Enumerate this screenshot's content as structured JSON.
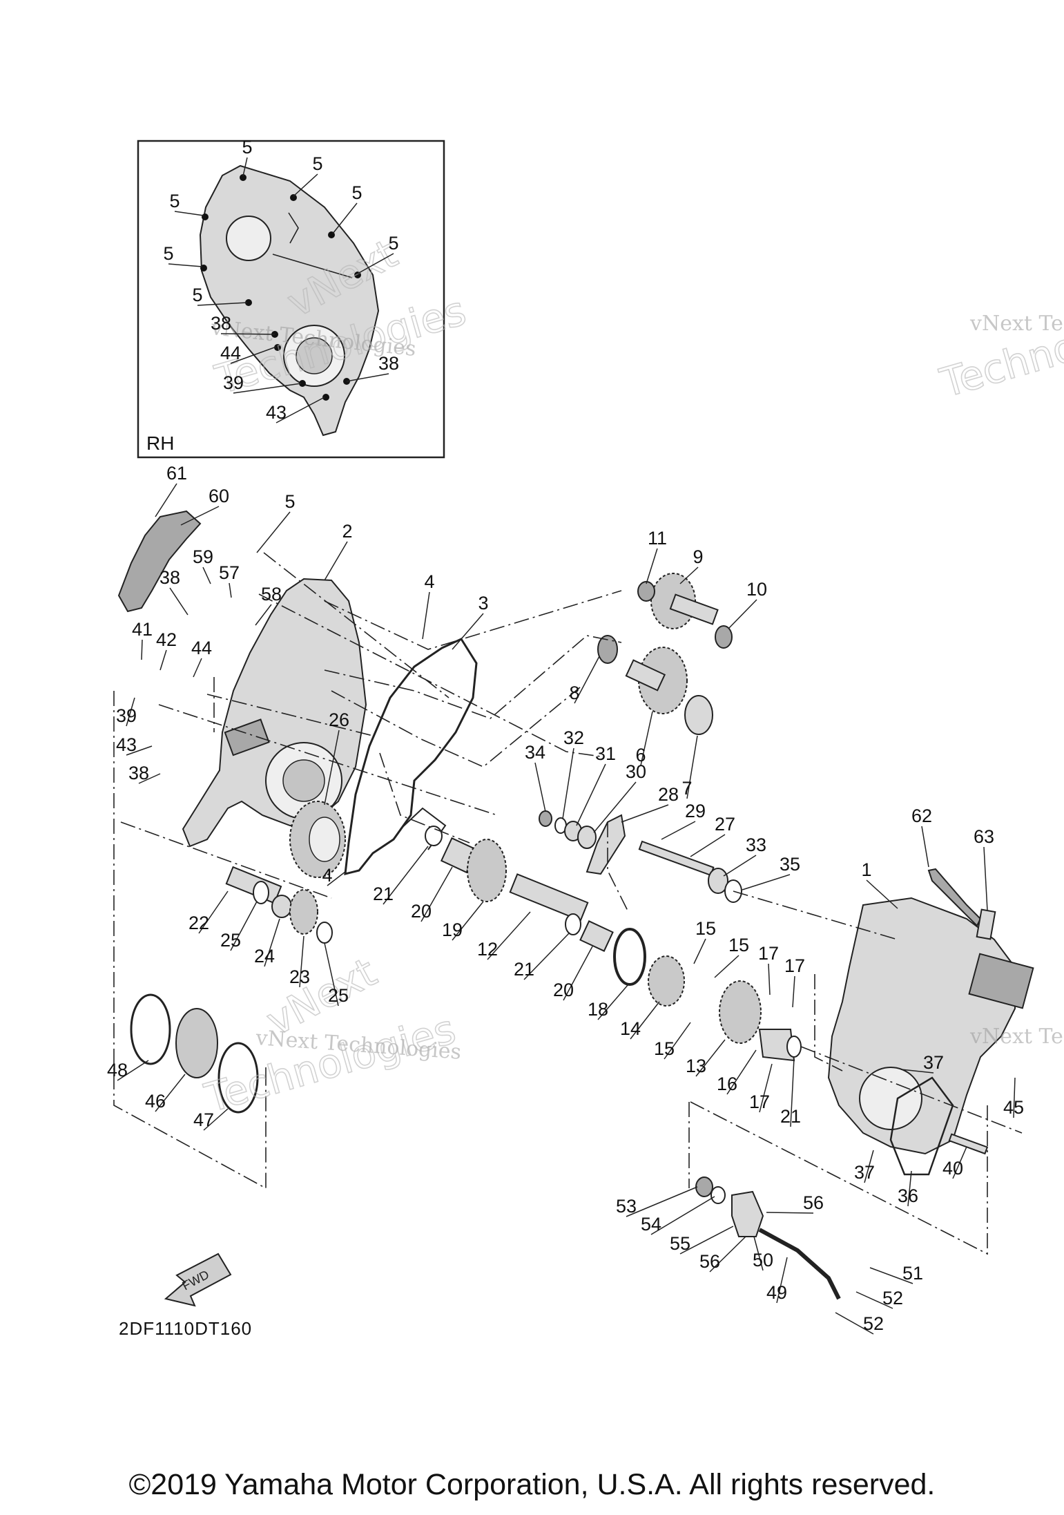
{
  "diagram": {
    "inset_label": "RH",
    "diagram_code": "2DF1110DT160",
    "fwd_label": "FWD",
    "watermark_small": "vNext Technologies",
    "watermark_large_1": "vNext",
    "watermark_large_2": "Technologies",
    "copyright": "©2019 Yamaha Motor Corporation, U.S.A. All rights reserved."
  },
  "callouts": [
    {
      "id": "i5a",
      "text": "5"
    },
    {
      "id": "i5b",
      "text": "5"
    },
    {
      "id": "i5c",
      "text": "5"
    },
    {
      "id": "i5d",
      "text": "5"
    },
    {
      "id": "i5e",
      "text": "5"
    },
    {
      "id": "i5f",
      "text": "5"
    },
    {
      "id": "i5g",
      "text": "5"
    },
    {
      "id": "i38a",
      "text": "38"
    },
    {
      "id": "i44",
      "text": "44"
    },
    {
      "id": "i39",
      "text": "39"
    },
    {
      "id": "i38b",
      "text": "38"
    },
    {
      "id": "i43",
      "text": "43"
    },
    {
      "id": "c61",
      "text": "61"
    },
    {
      "id": "c60",
      "text": "60"
    },
    {
      "id": "c5",
      "text": "5"
    },
    {
      "id": "c2",
      "text": "2"
    },
    {
      "id": "c4a",
      "text": "4"
    },
    {
      "id": "c3",
      "text": "3"
    },
    {
      "id": "c11",
      "text": "11"
    },
    {
      "id": "c9",
      "text": "9"
    },
    {
      "id": "c10",
      "text": "10"
    },
    {
      "id": "c59",
      "text": "59"
    },
    {
      "id": "c57",
      "text": "57"
    },
    {
      "id": "c38a",
      "text": "38"
    },
    {
      "id": "c58",
      "text": "58"
    },
    {
      "id": "c41",
      "text": "41"
    },
    {
      "id": "c42",
      "text": "42"
    },
    {
      "id": "c44",
      "text": "44"
    },
    {
      "id": "c8",
      "text": "8"
    },
    {
      "id": "c6",
      "text": "6"
    },
    {
      "id": "c7",
      "text": "7"
    },
    {
      "id": "c39",
      "text": "39"
    },
    {
      "id": "c43",
      "text": "43"
    },
    {
      "id": "c38b",
      "text": "38"
    },
    {
      "id": "c26",
      "text": "26"
    },
    {
      "id": "c34",
      "text": "34"
    },
    {
      "id": "c32",
      "text": "32"
    },
    {
      "id": "c31",
      "text": "31"
    },
    {
      "id": "c30",
      "text": "30"
    },
    {
      "id": "c28",
      "text": "28"
    },
    {
      "id": "c29",
      "text": "29"
    },
    {
      "id": "c27",
      "text": "27"
    },
    {
      "id": "c62",
      "text": "62"
    },
    {
      "id": "c63",
      "text": "63"
    },
    {
      "id": "c33",
      "text": "33"
    },
    {
      "id": "c35",
      "text": "35"
    },
    {
      "id": "c1",
      "text": "1"
    },
    {
      "id": "c4b",
      "text": "4"
    },
    {
      "id": "c21a",
      "text": "21"
    },
    {
      "id": "c20a",
      "text": "20"
    },
    {
      "id": "c19",
      "text": "19"
    },
    {
      "id": "c22",
      "text": "22"
    },
    {
      "id": "c25a",
      "text": "25"
    },
    {
      "id": "c24",
      "text": "24"
    },
    {
      "id": "c23",
      "text": "23"
    },
    {
      "id": "c25b",
      "text": "25"
    },
    {
      "id": "c12",
      "text": "12"
    },
    {
      "id": "c21b",
      "text": "21"
    },
    {
      "id": "c20b",
      "text": "20"
    },
    {
      "id": "c18",
      "text": "18"
    },
    {
      "id": "c15a",
      "text": "15"
    },
    {
      "id": "c15b",
      "text": "15"
    },
    {
      "id": "c17a",
      "text": "17"
    },
    {
      "id": "c17b",
      "text": "17"
    },
    {
      "id": "c14",
      "text": "14"
    },
    {
      "id": "c15c",
      "text": "15"
    },
    {
      "id": "c13",
      "text": "13"
    },
    {
      "id": "c16",
      "text": "16"
    },
    {
      "id": "c17c",
      "text": "17"
    },
    {
      "id": "c21c",
      "text": "21"
    },
    {
      "id": "c37a",
      "text": "37"
    },
    {
      "id": "c45",
      "text": "45"
    },
    {
      "id": "c48",
      "text": "48"
    },
    {
      "id": "c46",
      "text": "46"
    },
    {
      "id": "c47",
      "text": "47"
    },
    {
      "id": "c37b",
      "text": "37"
    },
    {
      "id": "c40",
      "text": "40"
    },
    {
      "id": "c36",
      "text": "36"
    },
    {
      "id": "c53",
      "text": "53"
    },
    {
      "id": "c54",
      "text": "54"
    },
    {
      "id": "c56a",
      "text": "56"
    },
    {
      "id": "c55",
      "text": "55"
    },
    {
      "id": "c56b",
      "text": "56"
    },
    {
      "id": "c50",
      "text": "50"
    },
    {
      "id": "c51",
      "text": "51"
    },
    {
      "id": "c49",
      "text": "49"
    },
    {
      "id": "c52a",
      "text": "52"
    },
    {
      "id": "c52b",
      "text": "52"
    }
  ]
}
